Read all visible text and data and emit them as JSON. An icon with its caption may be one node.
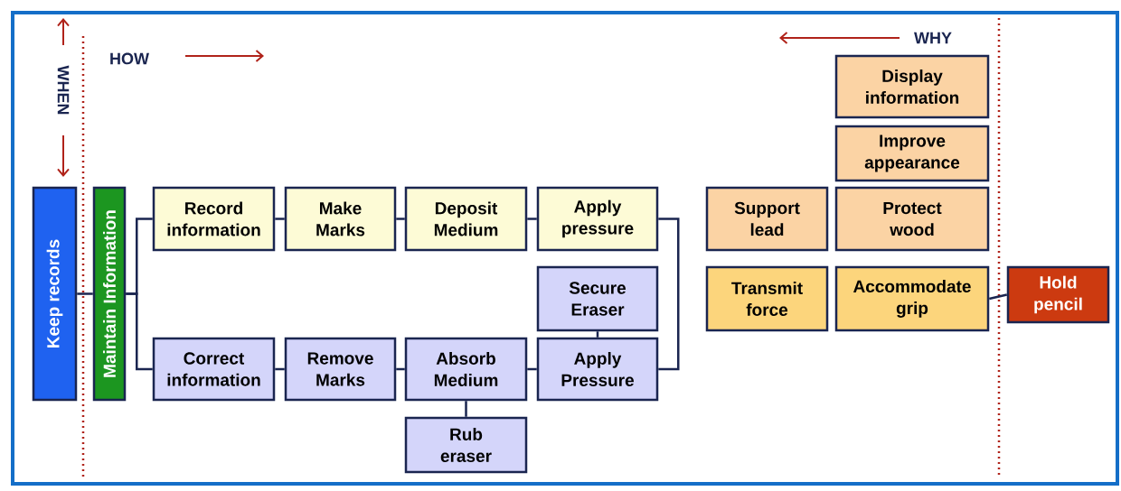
{
  "diagram": {
    "nodes": [
      {
        "text": [
          "Keep records"
        ]
      },
      {
        "text": [
          "Maintain Information"
        ]
      },
      {
        "text": [
          "Record information"
        ]
      },
      {
        "text": [
          "Make Marks"
        ]
      },
      {
        "text": [
          "Deposit Medium"
        ]
      },
      {
        "text": [
          "Apply pressure"
        ]
      },
      {
        "text": [
          "Secure Eraser"
        ]
      },
      {
        "text": [
          "Correct information"
        ]
      },
      {
        "text": [
          "Remove Marks"
        ]
      },
      {
        "text": [
          "Absorb Medium"
        ]
      },
      {
        "text": [
          "Apply Pressure"
        ]
      },
      {
        "text": [
          "Rub eraser"
        ]
      },
      {
        "text": [
          "Support lead"
        ]
      },
      {
        "text": [
          "Display information"
        ]
      },
      {
        "text": [
          "Improve appearance"
        ]
      },
      {
        "text": [
          "Protect wood"
        ]
      },
      {
        "text": [
          "Transmit force"
        ]
      },
      {
        "text": [
          "Accommodate grip"
        ]
      },
      {
        "text": [
          "Hold pencil"
        ]
      }
    ],
    "edges": [
      {
        "from": 0,
        "to": 1,
        "arrow": "none"
      },
      {
        "from": 1,
        "to": 2,
        "arrow": "none"
      },
      {
        "from": 1,
        "to": 7,
        "arrow": "none"
      },
      {
        "from": 2,
        "to": 3,
        "arrow": "none"
      },
      {
        "from": 3,
        "to": 4,
        "arrow": "none"
      },
      {
        "from": 4,
        "to": 5,
        "arrow": "none"
      },
      {
        "from": 7,
        "to": 8,
        "arrow": "none"
      },
      {
        "from": 8,
        "to": 9,
        "arrow": "none"
      },
      {
        "from": 9,
        "to": 10,
        "arrow": "none"
      },
      {
        "from": 9,
        "to": 11,
        "arrow": "none"
      },
      {
        "from": 6,
        "to": 10,
        "arrow": "none"
      },
      {
        "from": 5,
        "to": 10,
        "arrow": "none"
      },
      {
        "from": 17,
        "to": 18,
        "arrow": "none"
      }
    ],
    "labels": [
      "WHEN",
      "HOW",
      "WHY"
    ]
  }
}
